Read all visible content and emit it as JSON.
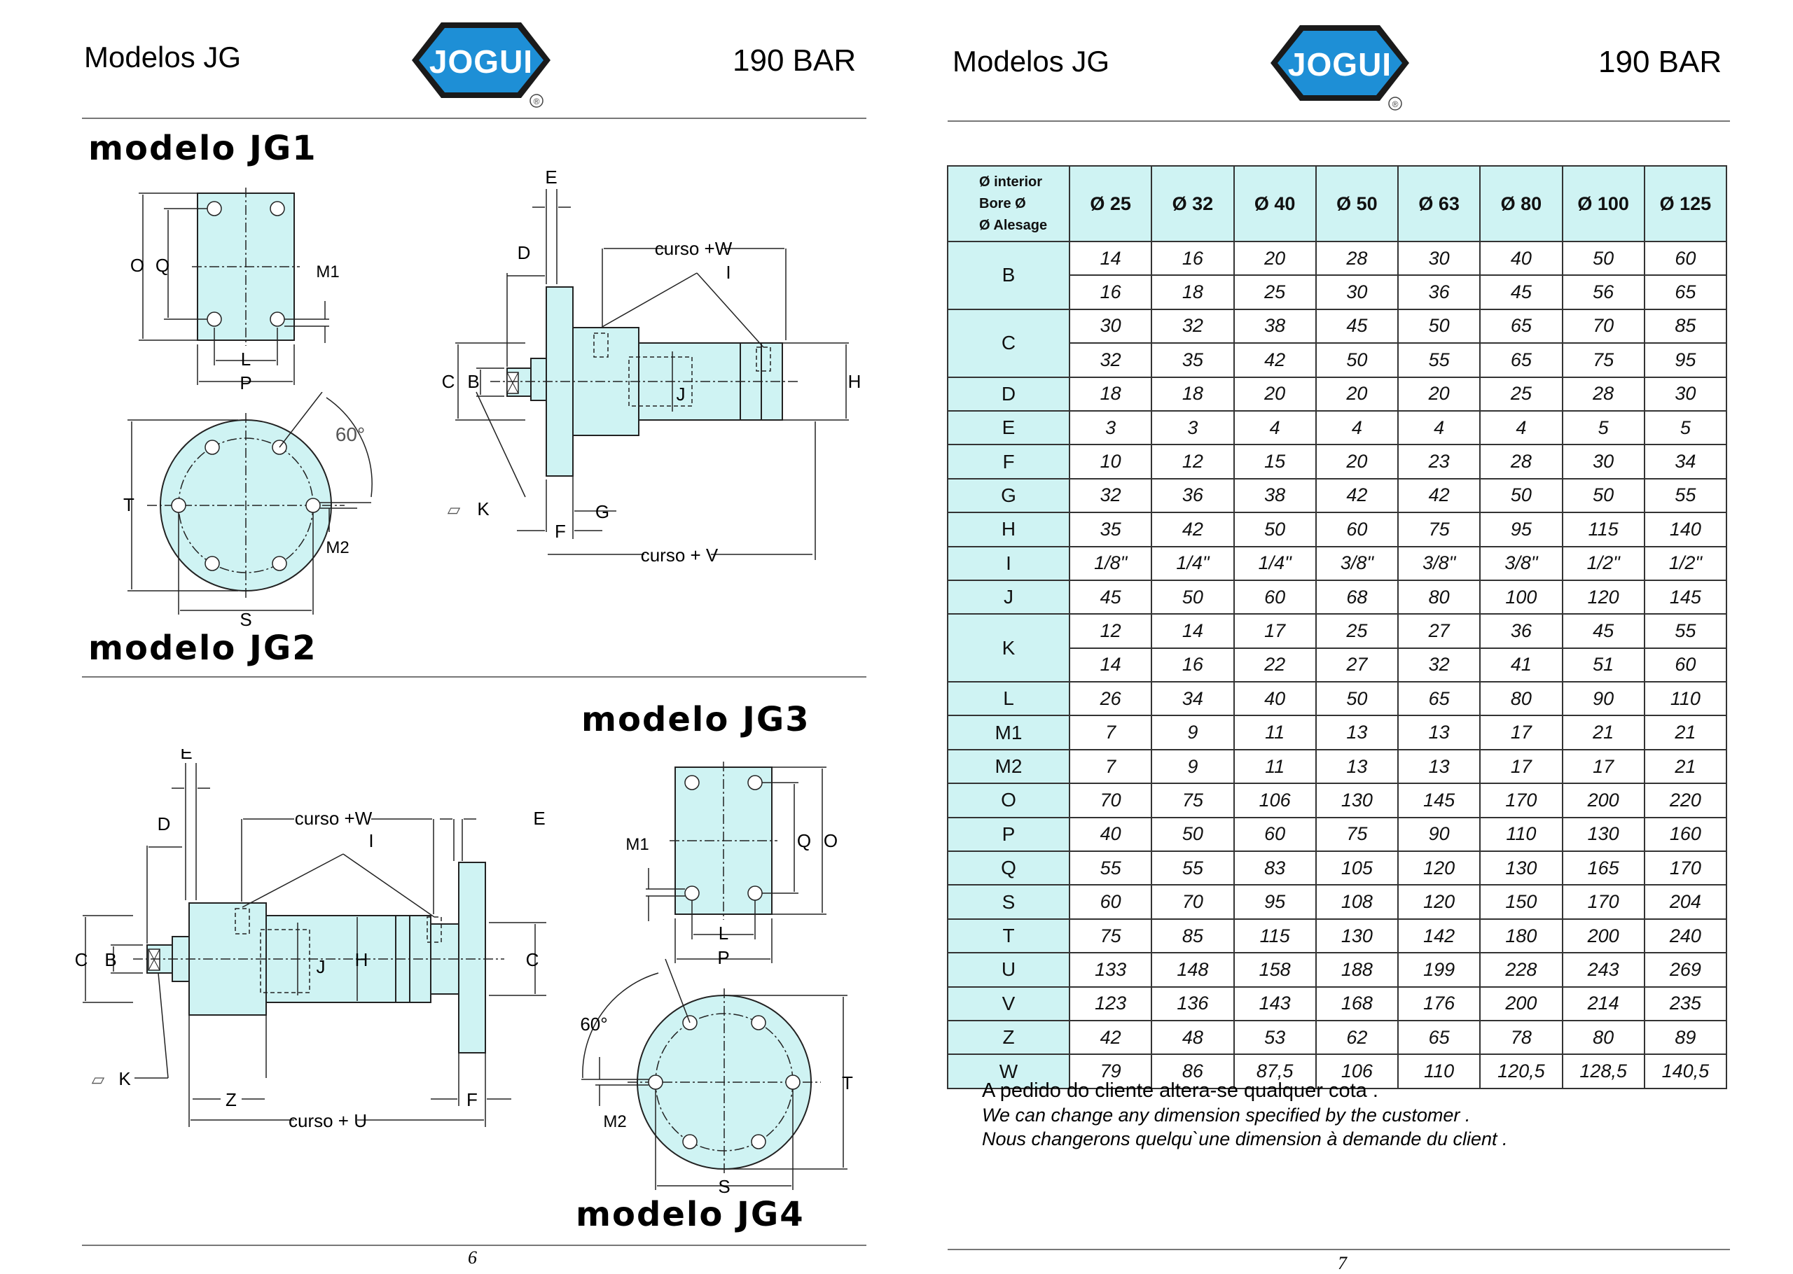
{
  "colors": {
    "part_fill": "#cff3f3",
    "logo_blue": "#1e8fd6",
    "logo_dark": "#1a1a1a"
  },
  "header": {
    "title": "Modelos  JG",
    "pressure": "190 BAR",
    "logo_text": "JOGUI",
    "registered": "®"
  },
  "left_page": {
    "titles": {
      "jg1": "modelo JG1",
      "jg2": "modelo JG2",
      "jg3": "modelo JG3",
      "jg4": "modelo JG4"
    },
    "page_number": "6",
    "dims": {
      "O": "O",
      "Q": "Q",
      "M1": "M1",
      "L": "L",
      "P": "P",
      "T": "T",
      "M2": "M2",
      "S": "S",
      "angle": "60°",
      "E": "E",
      "D": "D",
      "curso_w": "curso +W",
      "I": "I",
      "C": "C",
      "B": "B",
      "J": "J",
      "H": "H",
      "K": "K",
      "G": "G",
      "F": "F",
      "curso_v": "curso + V",
      "Z": "Z",
      "curso_u": "curso + U"
    }
  },
  "right_page": {
    "page_number": "7",
    "table": {
      "bore_header": [
        "Ø interior",
        "Bore Ø",
        "Ø Alesage"
      ],
      "bores": [
        "Ø 25",
        "Ø 32",
        "Ø 40",
        "Ø 50",
        "Ø 63",
        "Ø 80",
        "Ø 100",
        "Ø 125"
      ],
      "rows": [
        {
          "label": "B",
          "values": [
            [
              "14",
              "16",
              "20",
              "28",
              "30",
              "40",
              "50",
              "60"
            ],
            [
              "16",
              "18",
              "25",
              "30",
              "36",
              "45",
              "56",
              "65"
            ]
          ]
        },
        {
          "label": "C",
          "values": [
            [
              "30",
              "32",
              "38",
              "45",
              "50",
              "65",
              "70",
              "85"
            ],
            [
              "32",
              "35",
              "42",
              "50",
              "55",
              "65",
              "75",
              "95"
            ]
          ]
        },
        {
          "label": "D",
          "values": [
            [
              "18",
              "18",
              "20",
              "20",
              "20",
              "25",
              "28",
              "30"
            ]
          ]
        },
        {
          "label": "E",
          "values": [
            [
              "3",
              "3",
              "4",
              "4",
              "4",
              "4",
              "5",
              "5"
            ]
          ]
        },
        {
          "label": "F",
          "values": [
            [
              "10",
              "12",
              "15",
              "20",
              "23",
              "28",
              "30",
              "34"
            ]
          ]
        },
        {
          "label": "G",
          "values": [
            [
              "32",
              "36",
              "38",
              "42",
              "42",
              "50",
              "50",
              "55"
            ]
          ]
        },
        {
          "label": "H",
          "values": [
            [
              "35",
              "42",
              "50",
              "60",
              "75",
              "95",
              "115",
              "140"
            ]
          ]
        },
        {
          "label": "I",
          "values": [
            [
              "1/8\"",
              "1/4\"",
              "1/4\"",
              "3/8\"",
              "3/8\"",
              "3/8\"",
              "1/2\"",
              "1/2\""
            ]
          ]
        },
        {
          "label": "J",
          "values": [
            [
              "45",
              "50",
              "60",
              "68",
              "80",
              "100",
              "120",
              "145"
            ]
          ]
        },
        {
          "label": "K",
          "values": [
            [
              "12",
              "14",
              "17",
              "25",
              "27",
              "36",
              "45",
              "55"
            ],
            [
              "14",
              "16",
              "22",
              "27",
              "32",
              "41",
              "51",
              "60"
            ]
          ]
        },
        {
          "label": "L",
          "values": [
            [
              "26",
              "34",
              "40",
              "50",
              "65",
              "80",
              "90",
              "110"
            ]
          ]
        },
        {
          "label": "M1",
          "values": [
            [
              "7",
              "9",
              "11",
              "13",
              "13",
              "17",
              "21",
              "21"
            ]
          ]
        },
        {
          "label": "M2",
          "values": [
            [
              "7",
              "9",
              "11",
              "13",
              "13",
              "17",
              "17",
              "21"
            ]
          ]
        },
        {
          "label": "O",
          "values": [
            [
              "70",
              "75",
              "106",
              "130",
              "145",
              "170",
              "200",
              "220"
            ]
          ]
        },
        {
          "label": "P",
          "values": [
            [
              "40",
              "50",
              "60",
              "75",
              "90",
              "110",
              "130",
              "160"
            ]
          ]
        },
        {
          "label": "Q",
          "values": [
            [
              "55",
              "55",
              "83",
              "105",
              "120",
              "130",
              "165",
              "170"
            ]
          ]
        },
        {
          "label": "S",
          "values": [
            [
              "60",
              "70",
              "95",
              "108",
              "120",
              "150",
              "170",
              "204"
            ]
          ]
        },
        {
          "label": "T",
          "values": [
            [
              "75",
              "85",
              "115",
              "130",
              "142",
              "180",
              "200",
              "240"
            ]
          ]
        },
        {
          "label": "U",
          "values": [
            [
              "133",
              "148",
              "158",
              "188",
              "199",
              "228",
              "243",
              "269"
            ]
          ]
        },
        {
          "label": "V",
          "values": [
            [
              "123",
              "136",
              "143",
              "168",
              "176",
              "200",
              "214",
              "235"
            ]
          ]
        },
        {
          "label": "Z",
          "values": [
            [
              "42",
              "48",
              "53",
              "62",
              "65",
              "78",
              "80",
              "89"
            ]
          ]
        },
        {
          "label": "W",
          "values": [
            [
              "79",
              "86",
              "87,5",
              "106",
              "110",
              "120,5",
              "128,5",
              "140,5"
            ]
          ]
        }
      ]
    },
    "notes": [
      "A pedido do cliente altera-se qualquer cota .",
      "We can change any dimension specified by the customer .",
      "Nous changerons quelqu`une dimension à demande du client ."
    ]
  }
}
